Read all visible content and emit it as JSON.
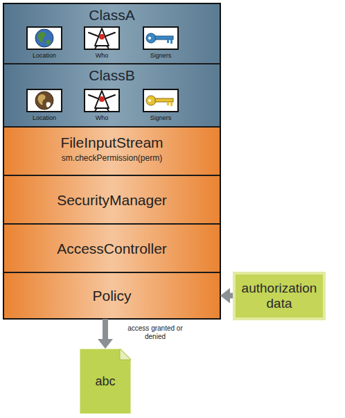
{
  "diagram": {
    "nodes": [
      {
        "text": [
          "ClassA"
        ]
      },
      {
        "text": [
          "Location"
        ],
        "in": 0
      },
      {
        "text": [
          "Who"
        ],
        "in": 0
      },
      {
        "text": [
          "Signers"
        ],
        "in": 0
      },
      {
        "text": [
          "ClassB"
        ]
      },
      {
        "text": [
          "Location"
        ],
        "in": 4
      },
      {
        "text": [
          "Who"
        ],
        "in": 4
      },
      {
        "text": [
          "Signers"
        ],
        "in": 4
      },
      {
        "text": [
          "FileInputStream",
          "sm.checkPermission(perm)"
        ]
      },
      {
        "text": [
          "SecurityManager"
        ]
      },
      {
        "text": [
          "AccessController"
        ]
      },
      {
        "text": [
          "Policy"
        ]
      },
      {
        "text": [
          "authorization data"
        ]
      },
      {
        "text": [
          "abc"
        ]
      }
    ],
    "edges": [
      {
        "from": 8,
        "to": 9,
        "arrow": "to"
      },
      {
        "from": 12,
        "to": 11,
        "arrow": "to"
      },
      {
        "from": 11,
        "to": 13,
        "label": "access granted or denied",
        "arrow": "to"
      }
    ]
  }
}
